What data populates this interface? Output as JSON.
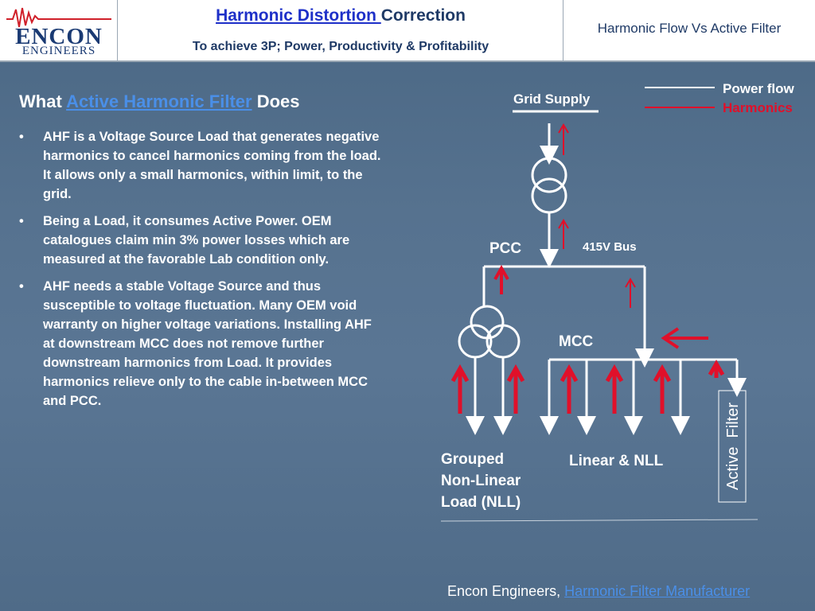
{
  "header": {
    "logo_name": "ENCON",
    "logo_sub": "ENGINEERS",
    "title_link": "Harmonic Distortion ",
    "title_rest": "Correction",
    "subtitle": "To achieve 3P; Power, Productivity & Profitability",
    "right_title": "Harmonic Flow Vs Active Filter"
  },
  "content": {
    "heading_pre": "What ",
    "heading_link": "Active Harmonic Filter",
    "heading_post": " Does",
    "bullets": [
      "AHF is a Voltage Source Load that generates negative harmonics to cancel harmonics coming from the load. It allows only a small harmonics, within limit, to the grid.",
      "Being a Load, it consumes Active Power. OEM catalogues claim min 3% power losses which are measured at the favorable Lab condition only.",
      "AHF needs a stable Voltage Source and thus susceptible to voltage fluctuation. Many OEM void warranty on higher voltage variations. Installing AHF at downstream MCC does not remove further downstream harmonics from Load. It provides harmonics relieve only to the cable in-between MCC and PCC."
    ],
    "bullet_symbol": "•"
  },
  "diagram": {
    "legend_power": "Power flow",
    "legend_harmonics": "Harmonics",
    "grid_supply": "Grid Supply",
    "pcc": "PCC",
    "bus": "415V Bus",
    "mcc": "MCC",
    "grouped_nll": [
      "Grouped",
      "Non-Linear",
      "Load (NLL)"
    ],
    "linear_nll": "Linear & NLL",
    "active_filter": "Active  Filter",
    "colors": {
      "power": "#ffffff",
      "harmonic": "#e0102a",
      "legend_harmonic_text": "#e0102a"
    }
  },
  "footer": {
    "company": "Encon Engineers, ",
    "link": "Harmonic Filter Manufacturer"
  }
}
